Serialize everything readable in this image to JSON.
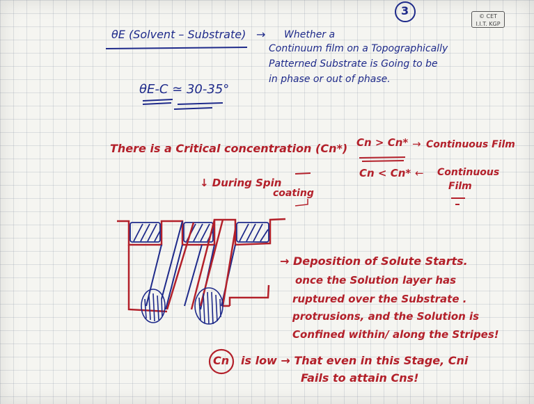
{
  "page": {
    "page_number": "3",
    "badge_line1": "© CET",
    "badge_line2": "I.I.T. KGP"
  },
  "top_section": {
    "theta_label": "θE (Solvent – Substrate)",
    "arrow": "→",
    "note_line1": "Whether a",
    "note_line2": "Continuum film on a Topographically",
    "note_line3": "Patterned Substrate is Going to be",
    "note_line4": "in phase or out of phase.",
    "theta_ec": "θE-C ≃ 30-35°"
  },
  "concentration_section": {
    "critical_text": "There is a Critical concentration (Cn*)",
    "during_spin": "↓ During Spin",
    "coating": "coating",
    "cond1": "Cn > Cn*",
    "cond1_arrow": "→",
    "cond1_result": "Continuous Film",
    "cond2": "Cn < Cn*",
    "cond2_arrow": "←",
    "cond2_result_line1": "Continuous",
    "cond2_result_line2": "Film"
  },
  "deposition_section": {
    "line1": "→ Deposition of Solute Starts.",
    "line2": "once the Solution layer has",
    "line3": "ruptured over the Substrate .",
    "line4": "protrusions, and the Solution is",
    "line5": "Confined within/ along the Stripes!"
  },
  "conclusion": {
    "cn_circle": "Cn",
    "line1": "is low → That even in this Stage, Cni",
    "line2": "Fails to attain Cns!"
  },
  "colors": {
    "blue_ink": "#1e2a8a",
    "red_ink": "#b3202a",
    "paper": "#f5f5f1"
  }
}
